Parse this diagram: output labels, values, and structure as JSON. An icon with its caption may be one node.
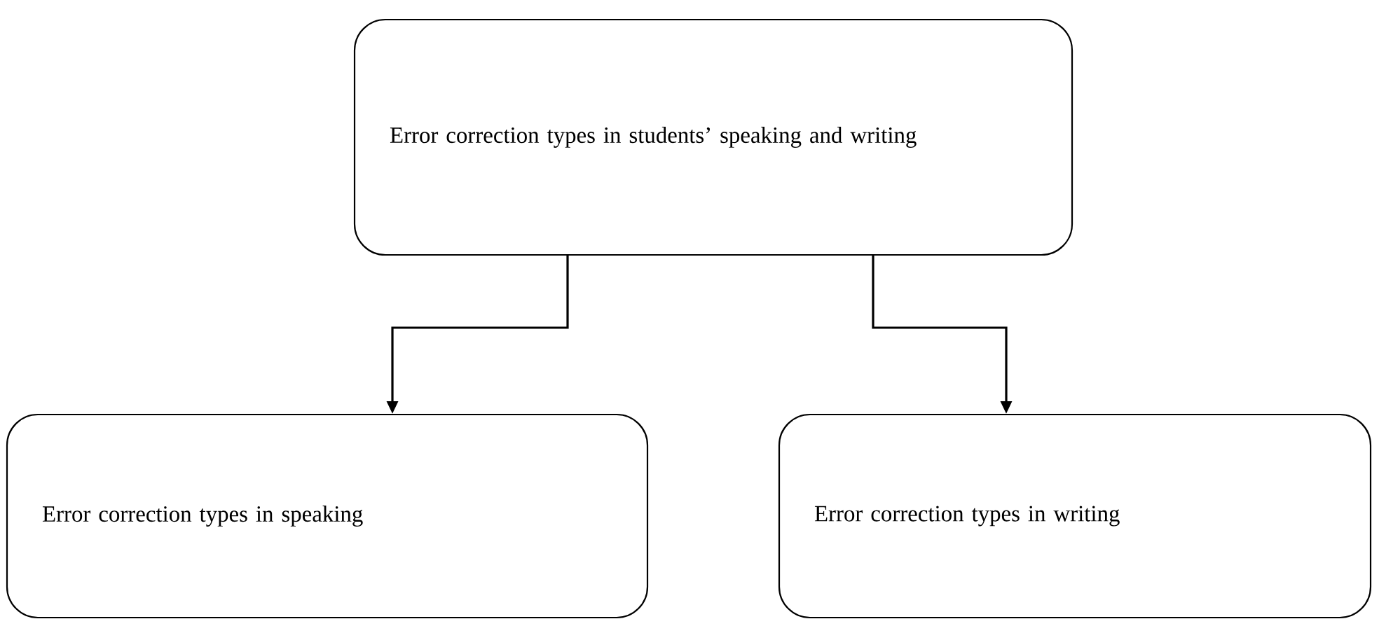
{
  "diagram": {
    "nodes": [
      {
        "text": [
          "Error correction types in students’ speaking and writing"
        ]
      },
      {
        "text": [
          "Error correction types in speaking"
        ]
      },
      {
        "text": [
          "Error correction types in writing"
        ]
      }
    ],
    "edges": [
      {
        "from": 0,
        "to": 1,
        "arrow": "to"
      },
      {
        "from": 0,
        "to": 2,
        "arrow": "to"
      }
    ]
  }
}
